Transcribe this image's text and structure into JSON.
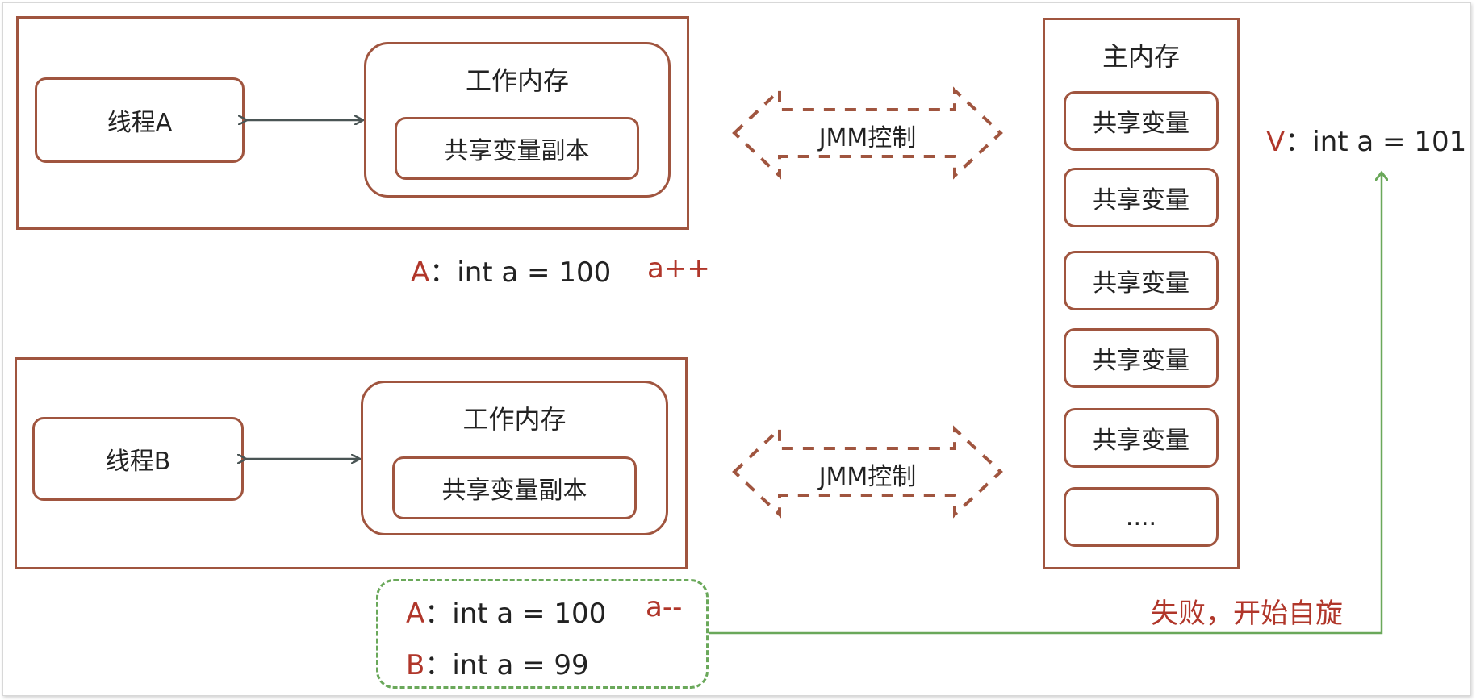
{
  "thread_a": {
    "name": "线程A",
    "working_memory_title": "工作内存",
    "copy_label": "共享变量副本"
  },
  "thread_b": {
    "name": "线程B",
    "working_memory_title": "工作内存",
    "copy_label": "共享变量副本"
  },
  "jmm_labels": [
    "JMM控制",
    "JMM控制"
  ],
  "main_memory": {
    "title": "主内存",
    "items": [
      "共享变量",
      "共享变量",
      "共享变量",
      "共享变量",
      "共享变量",
      "...."
    ]
  },
  "annotations": {
    "a_prefix": "A",
    "a_value": "：int a = 100",
    "a_op": "a++",
    "v_prefix": "V",
    "v_value": "：int a = 101",
    "b_a_prefix": "A",
    "b_a_value": "：int a = 100",
    "b_op": "a--",
    "b_b_prefix": "B",
    "b_b_value": "：int a = 99",
    "fail_text": "失败，开始自旋"
  },
  "colors": {
    "box_border": "#a0553f",
    "accent_red": "#b0362a",
    "arrow_gray": "#4a5555",
    "green": "#6aa85a"
  }
}
